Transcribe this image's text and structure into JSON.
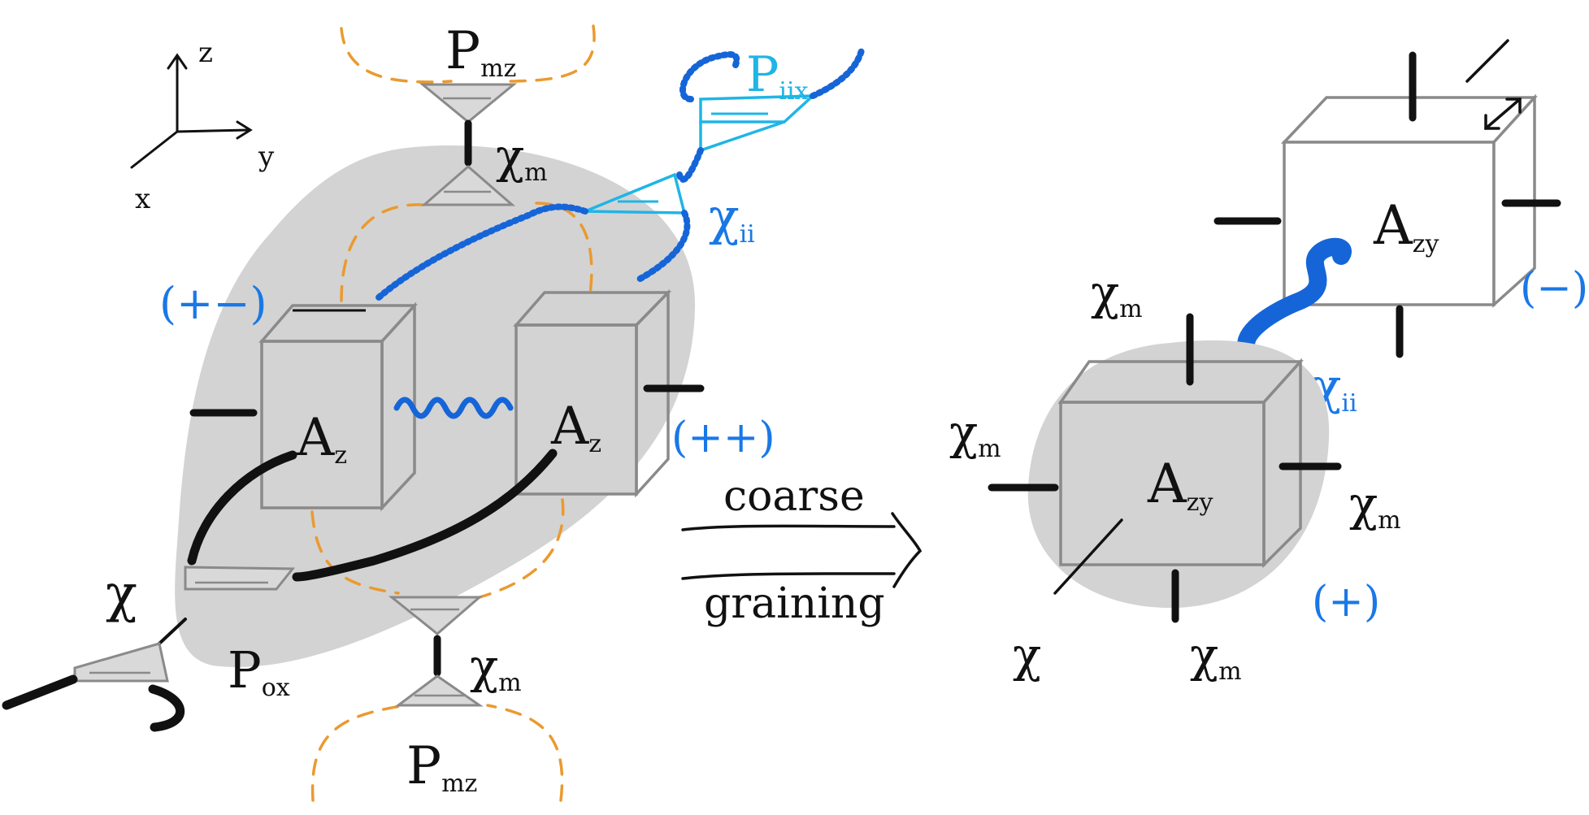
{
  "colors": {
    "ink": "#111111",
    "gray_region": "#d3d3d3",
    "cube_edge": "#8a8a8a",
    "orange_dashed": "#ea9a30",
    "blue_wavy": "#1565d8",
    "blue_label": "#1a78e6",
    "cyan": "#1fb5e6"
  },
  "axes": {
    "z": "z",
    "y": "y",
    "x": "x"
  },
  "left": {
    "p_top": "P",
    "p_top_sub": "mz",
    "chi_m_top": "χ",
    "chi_m_top_sub": "m",
    "p_iix": "P",
    "p_iix_sub": "iix",
    "chi_ii": "χ",
    "chi_ii_sub": "ii",
    "sign_left_cube": "(+−)",
    "sign_right_cube": "(++)",
    "cube_left": "A",
    "cube_left_sub": "z",
    "cube_right": "A",
    "cube_right_sub": "z",
    "chi_bond": "χ",
    "p_ox": "P",
    "p_ox_sub": "ox",
    "chi_m_bottom": "χ",
    "chi_m_bottom_sub": "m",
    "p_bottom": "P",
    "p_bottom_sub": "mz"
  },
  "arrow": {
    "top": "coarse",
    "bottom": "graining"
  },
  "right": {
    "cube_top": "A",
    "cube_top_sub": "zy",
    "sign_top": "(−)",
    "chi_m_a": "χ",
    "chi_m_a_sub": "m",
    "chi_ii": "χ",
    "chi_ii_sub": "ii",
    "chi_m_left": "χ",
    "chi_m_left_sub": "m",
    "cube_main": "A",
    "cube_main_sub": "zy",
    "chi_m_right": "χ",
    "chi_m_right_sub": "m",
    "sign_main": "(+)",
    "chi_plain": "χ",
    "chi_m_bottom": "χ",
    "chi_m_bottom_sub": "m"
  }
}
